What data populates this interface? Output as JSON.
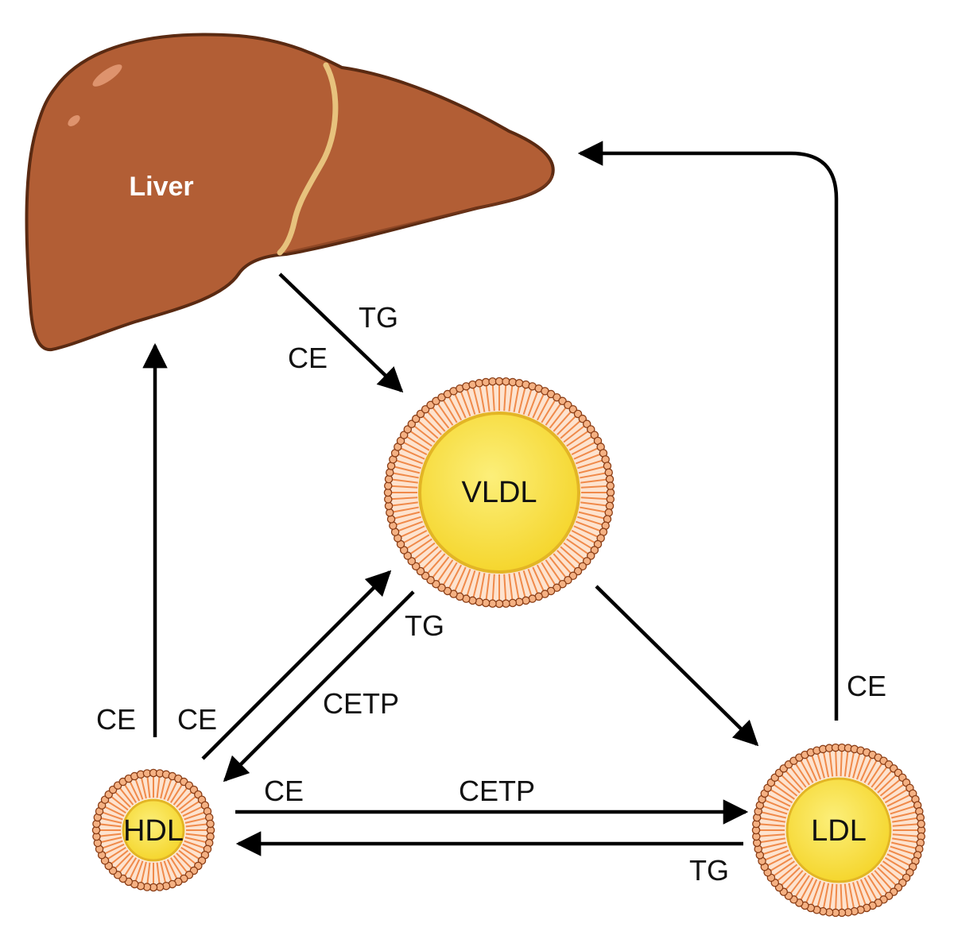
{
  "colors": {
    "liver_fill": "#b25e35",
    "liver_edge": "#5a2a12",
    "fissure": "#e7c27d",
    "membrane": "#f08a4a",
    "head_fill": "#f4b183",
    "core": "#f9e14a",
    "arrow": "#000000"
  },
  "organ": {
    "label": "Liver"
  },
  "particles": {
    "vldl": {
      "label": "VLDL"
    },
    "hdl": {
      "label": "HDL"
    },
    "ldl": {
      "label": "LDL"
    }
  },
  "labels": {
    "liver_vldl_tg": "TG",
    "liver_vldl_ce": "CE",
    "vldl_hdl_tg": "TG",
    "vldl_hdl_cetp": "CETP",
    "hdl_vldl_ce": "CE",
    "hdl_liver_ce": "CE",
    "hdl_ldl_ce": "CE",
    "hdl_ldl_cetp": "CETP",
    "ldl_hdl_tg": "TG",
    "ldl_liver_ce": "CE"
  }
}
